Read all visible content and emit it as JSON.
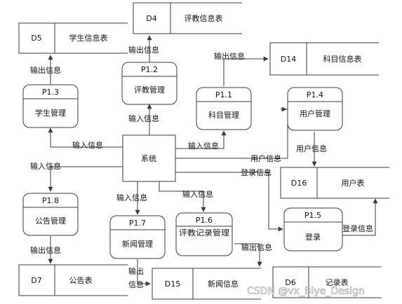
{
  "system": {
    "label": "系统"
  },
  "processes": [
    {
      "key": "p13",
      "id": "P1.3",
      "name": "学生管理"
    },
    {
      "key": "p12",
      "id": "P1.2",
      "name": "评教管理"
    },
    {
      "key": "p11",
      "id": "P1.1",
      "name": "科目管理"
    },
    {
      "key": "p14",
      "id": "P1.4",
      "name": "用户管理"
    },
    {
      "key": "p18",
      "id": "P1.8",
      "name": "公告管理"
    },
    {
      "key": "p17",
      "id": "P1.7",
      "name": "新闻管理"
    },
    {
      "key": "p16",
      "id": "P1.6",
      "name": "评教记录管理"
    },
    {
      "key": "p15",
      "id": "P1.5",
      "name": "登录"
    }
  ],
  "stores": [
    {
      "key": "d5",
      "id": "D5",
      "name": "学生信息表"
    },
    {
      "key": "d4",
      "id": "D4",
      "name": "评教信息表"
    },
    {
      "key": "d14",
      "id": "D14",
      "name": "科目信息表"
    },
    {
      "key": "d16",
      "id": "D16",
      "name": "用户表"
    },
    {
      "key": "d7",
      "id": "D7",
      "name": "公告表"
    },
    {
      "key": "d15",
      "id": "D15",
      "name": "新闻信息"
    },
    {
      "key": "d6",
      "id": "D6",
      "name": "记录表"
    }
  ],
  "flows": [
    {
      "key": "f1",
      "label": "输出信息"
    },
    {
      "key": "f2",
      "label": "输出信息"
    },
    {
      "key": "f3",
      "label": "输出信息"
    },
    {
      "key": "f4",
      "label": "输入信息"
    },
    {
      "key": "f5",
      "label": "输入信息"
    },
    {
      "key": "f6",
      "label": "输入信息"
    },
    {
      "key": "f7",
      "label": "用户信息"
    },
    {
      "key": "f8",
      "label": "用户信息"
    },
    {
      "key": "f9",
      "label": "登录信息"
    },
    {
      "key": "f10",
      "label": "输入信息"
    },
    {
      "key": "f11",
      "label": "输入信息"
    },
    {
      "key": "f12",
      "label": "输入信息"
    },
    {
      "key": "f13",
      "label": "登录信息"
    },
    {
      "key": "f14",
      "label": "输出信息"
    },
    {
      "key": "f15a",
      "label": "输出"
    },
    {
      "key": "f15b",
      "label": "信息"
    },
    {
      "key": "f16",
      "label": "输出信息"
    }
  ],
  "watermark": "CSDN @vx_Biye_Design"
}
